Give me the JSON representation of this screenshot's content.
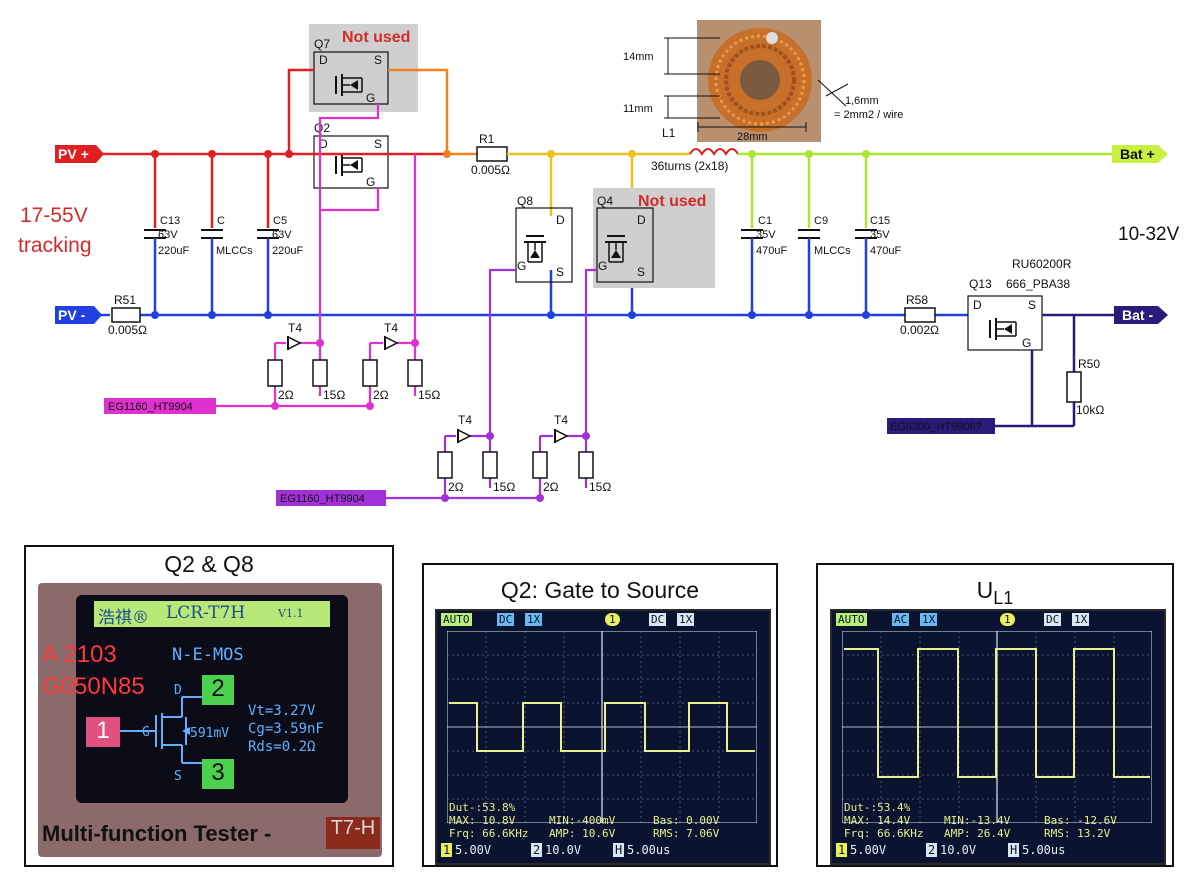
{
  "schematic": {
    "nets": {
      "pv_plus": "PV +",
      "pv_minus": "PV -",
      "bat_plus": "Bat +",
      "bat_minus": "Bat -",
      "driver1": "EG1160_HT9904",
      "driver2": "EG1160_HT9904",
      "driver3": "EG6300_HT9906?"
    },
    "input_range": [
      "17-55V",
      "tracking"
    ],
    "output_range": "10-32V",
    "not_used": "Not used",
    "components": {
      "q7": "Q7",
      "q2": "Q2",
      "q8": "Q8",
      "q4": "Q4",
      "q13": "Q13",
      "q13_part": [
        "RU60200R",
        "666_PBA38"
      ],
      "pin_d": "D",
      "pin_s": "S",
      "pin_g": "G",
      "r1": "R1",
      "r1_val": "0.005Ω",
      "r51": "R51",
      "r51_val": "0.005Ω",
      "r58": "R58",
      "r58_val": "0.002Ω",
      "r50": "R50",
      "r50_val": "10kΩ",
      "l1": "L1",
      "l1_val": "36turns (2x18)",
      "c13": "C13",
      "c13_v": "63V",
      "c13_val": "220uF",
      "c": "C",
      "c_val": "MLCCs",
      "c5": "C5",
      "c5_v": "63V",
      "c5_val": "220uF",
      "c1": "C1",
      "c1_v": "35V",
      "c1_val": "470uF",
      "c9": "C9",
      "c9_val": "MLCCs",
      "c15": "C15",
      "c15_v": "35V",
      "c15_val": "470uF",
      "diode": "T4",
      "r_2": "2Ω",
      "r_15": "15Ω"
    },
    "toroid": {
      "dim_h1": "14mm",
      "dim_h2": "11mm",
      "dim_w": "28mm",
      "wire": "1,6mm",
      "wire2": "= 2mm2 / wire"
    }
  },
  "panels": {
    "tester": {
      "title": "Q2 & Q8",
      "brand": "浩祺®",
      "model": "LCR-T7H",
      "version": "V1.1",
      "part_line1": "A 2103",
      "part_line2": "G050N85",
      "type": "N-E-MOS",
      "pin1": "1",
      "pin2": "2",
      "pin3": "3",
      "pin_d": "D",
      "pin_g": "G",
      "pin_s": "S",
      "vf": "591mV",
      "vt": "Vt=3.27V",
      "cg": "Cg=3.59nF",
      "rds": "Rds=0.2Ω",
      "footer": "Multi-function Tester -",
      "footer_badge": "T7-H"
    },
    "scope1": {
      "title": "Q2: Gate to Source",
      "auto": "AUTO",
      "coupling": "DC",
      "probe": "1X",
      "ch": "1",
      "trig_coupling": "DC",
      "trig_probe": "1X",
      "dut": "Dut-:53.8%",
      "max": "MAX: 10.8V",
      "min": "MIN:-400mV",
      "bas": "Bas: 0.00V",
      "frq": "Frq: 66.6KHz",
      "amp": "AMP: 10.6V",
      "rms": "RMS: 7.06V",
      "ch1": "5.00V",
      "ch2": "10.0V",
      "time": "5.00us"
    },
    "scope2": {
      "title_main": "U",
      "title_sub": "L1",
      "auto": "AUTO",
      "coupling": "AC",
      "probe": "1X",
      "ch": "1",
      "trig_coupling": "DC",
      "trig_probe": "1X",
      "dut": "Dut-:53.4%",
      "max": "MAX: 14.4V",
      "min": "MIN:-13.4V",
      "bas": "Bas: -12.6V",
      "frq": "Frq: 66.6KHz",
      "amp": "AMP: 26.4V",
      "rms": "RMS: 13.2V",
      "ch1": "5.00V",
      "ch2": "10.0V",
      "time": "5.00us"
    }
  },
  "colors": {
    "pv_plus": "#e02020",
    "pv_minus": "#2040e0",
    "switch_node": "#f0c020",
    "bat_plus": "#a8e830",
    "bat_minus": "#2a1a7a",
    "gate_drive_a": "#e030d0",
    "gate_drive_b": "#a030d8",
    "bootstrap": "#f08020",
    "scope_trace": "#e8f090",
    "scope_bg": "#0a1430"
  }
}
